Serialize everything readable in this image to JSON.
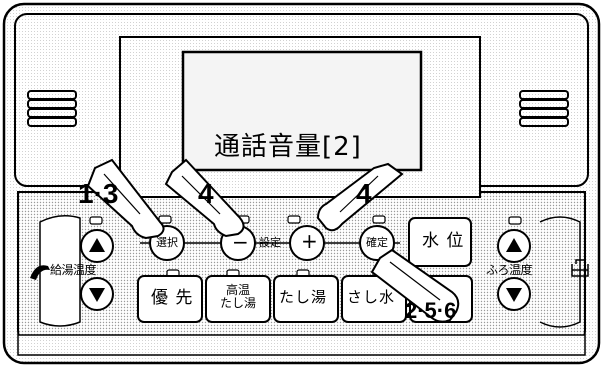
{
  "display": {
    "text": "通話音量[2]"
  },
  "buttons": {
    "select": "選択",
    "minus": "−",
    "setting": "設定",
    "plus": "+",
    "confirm": "確定",
    "water_level": "水 位",
    "priority": "優 先",
    "hot_water_top_line1": "高温",
    "hot_water_top_line2": "たし湯",
    "add_hot_water": "たし湯",
    "add_water": "さし水"
  },
  "labels": {
    "supply_temp": "給湯温度",
    "bath_temp": "ふろ温度"
  },
  "steps": {
    "step_a": "1·3",
    "step_b": "4",
    "step_c": "4",
    "step_d": "2·5·6"
  },
  "icons": {
    "supply": "faucet-icon",
    "bath": "bathtub-icon",
    "up": "triangle-up-icon",
    "down": "triangle-down-icon"
  }
}
